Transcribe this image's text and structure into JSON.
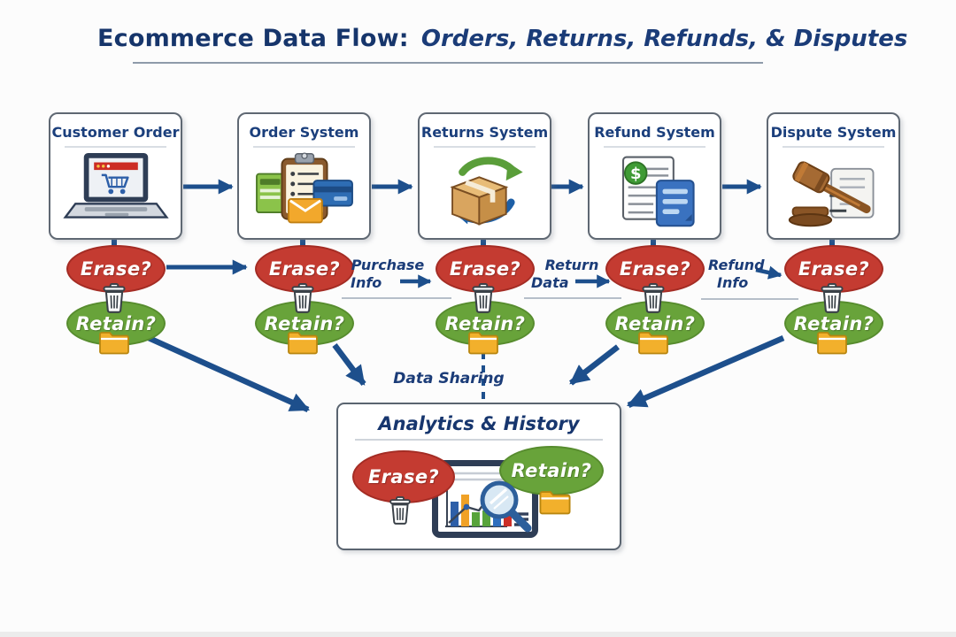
{
  "title": {
    "prefix": "Ecommerce Data Flow:",
    "rest": "Orders, Returns, Refunds, & Disputes"
  },
  "systems": [
    {
      "label": "Customer Order",
      "icon": "laptop-cart-icon"
    },
    {
      "label": "Order System",
      "icon": "clipboard-payment-icon"
    },
    {
      "label": "Returns System",
      "icon": "package-return-icon"
    },
    {
      "label": "Refund System",
      "icon": "refund-documents-icon"
    },
    {
      "label": "Dispute System",
      "icon": "gavel-icon"
    }
  ],
  "decisions": {
    "erase_label": "Erase?",
    "retain_label": "Retain?"
  },
  "flow_labels": [
    {
      "line1": "Purchase",
      "line2": "Info"
    },
    {
      "line1": "Return",
      "line2": "Data"
    },
    {
      "line1": "Refund",
      "line2": "Info"
    }
  ],
  "data_sharing_label": "Data Sharing",
  "analytics": {
    "title": "Analytics & History",
    "erase_label": "Erase?",
    "retain_label": "Retain?"
  },
  "colors": {
    "erase_red": "#c43b31",
    "retain_green": "#68a33a",
    "arrow_blue": "#1d4f8c",
    "title_navy": "#17366e",
    "folder_yellow": "#f2b02c",
    "box_border": "#5f6873"
  }
}
